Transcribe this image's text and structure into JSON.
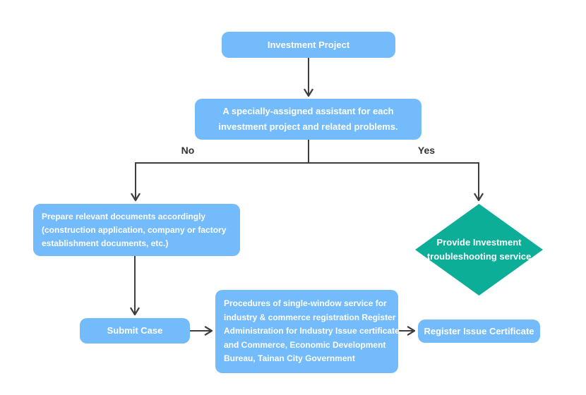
{
  "colors": {
    "canvas_bg": "#ffffff",
    "node_blue": "#73BBFB",
    "node_teal": "#0CAE97",
    "connector": "#3d3d3d",
    "node_text": "#ffffff",
    "branch_label_text": "#333333"
  },
  "flowchart": {
    "nodes": {
      "investment_project": {
        "label": "Investment Project"
      },
      "assigned_assistant": {
        "lines": [
          "A specially-assigned assistant for each",
          "investment project and related problems."
        ]
      },
      "prepare_documents": {
        "lines": [
          "Prepare relevant documents accordingly",
          "(construction application, company or factory",
          "establishment documents, etc.)"
        ]
      },
      "troubleshooting_service": {
        "lines": [
          "Provide Investment",
          "troubleshooting service"
        ]
      },
      "submit_case": {
        "label": "Submit Case"
      },
      "single_window_procedures": {
        "lines": [
          "Procedures of single-window service for",
          "industry & commerce registration Register",
          "Administration for Industry Issue certificate",
          "and Commerce, Economic Development",
          "Bureau, Tainan City Government"
        ]
      },
      "register_issue_certificate": {
        "label": "Register Issue Certificate"
      }
    },
    "branch_labels": {
      "no": "No",
      "yes": "Yes"
    }
  }
}
